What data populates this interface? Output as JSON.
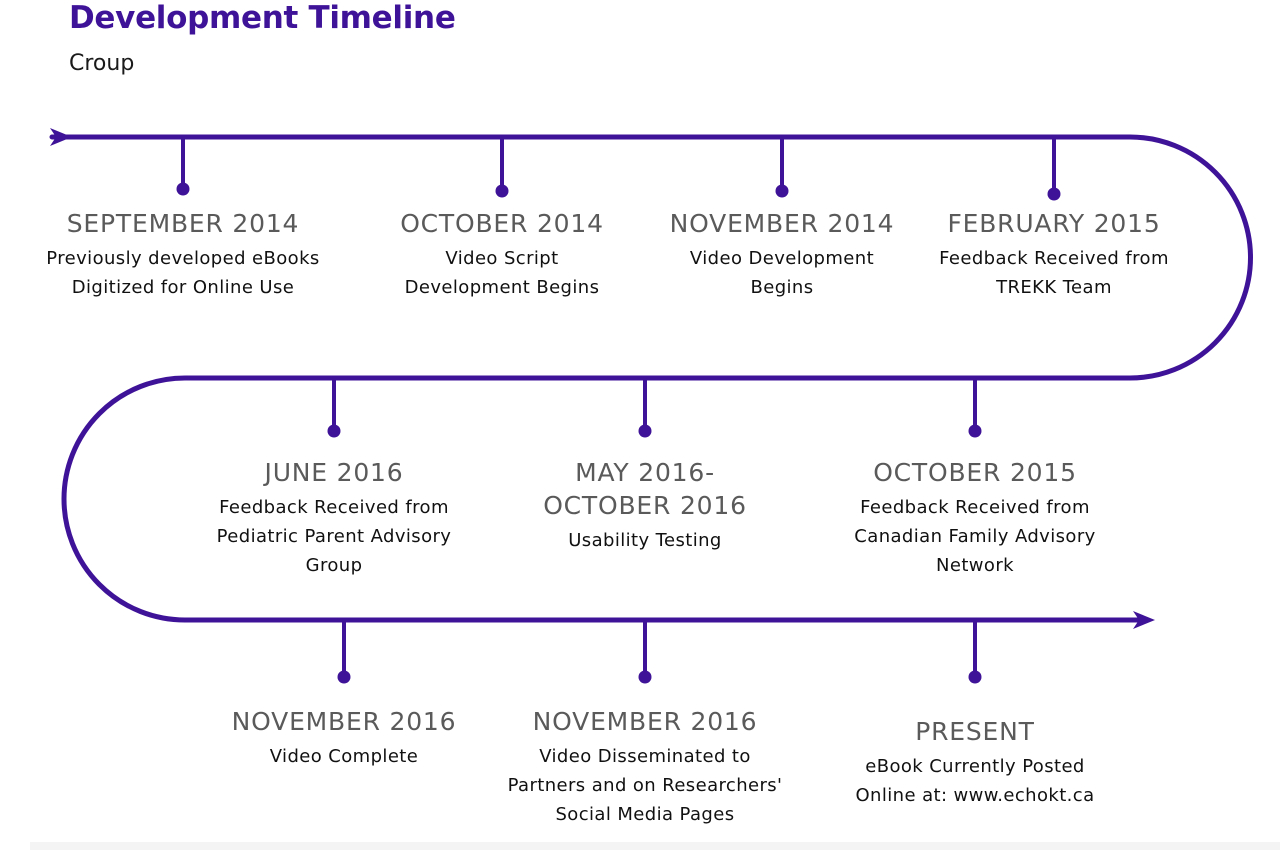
{
  "title": "Development Timeline",
  "subtitle": "Croup",
  "colors": {
    "accent": "#3f1398",
    "date_text": "#5a5a5a",
    "desc_text": "#111111"
  },
  "events": [
    {
      "date": "SEPTEMBER 2014",
      "description": "Previously developed eBooks\nDigitized for Online Use"
    },
    {
      "date": "OCTOBER 2014",
      "description": "Video Script\nDevelopment Begins"
    },
    {
      "date": "NOVEMBER 2014",
      "description": "Video Development\nBegins"
    },
    {
      "date": "FEBRUARY 2015",
      "description": "Feedback Received from\nTREKK Team"
    },
    {
      "date": "JUNE 2016",
      "description": "Feedback Received from\nPediatric Parent Advisory\nGroup"
    },
    {
      "date": "MAY 2016-\nOCTOBER 2016",
      "description": "Usability Testing"
    },
    {
      "date": "OCTOBER 2015",
      "description": "Feedback Received from\nCanadian Family Advisory\nNetwork"
    },
    {
      "date": "NOVEMBER 2016",
      "description": "Video Complete"
    },
    {
      "date": "NOVEMBER 2016",
      "description": "Video Disseminated to\nPartners and on Researchers'\nSocial Media Pages"
    },
    {
      "date": "PRESENT",
      "description": "eBook Currently Posted\nOnline at: www.echokt.ca"
    }
  ]
}
